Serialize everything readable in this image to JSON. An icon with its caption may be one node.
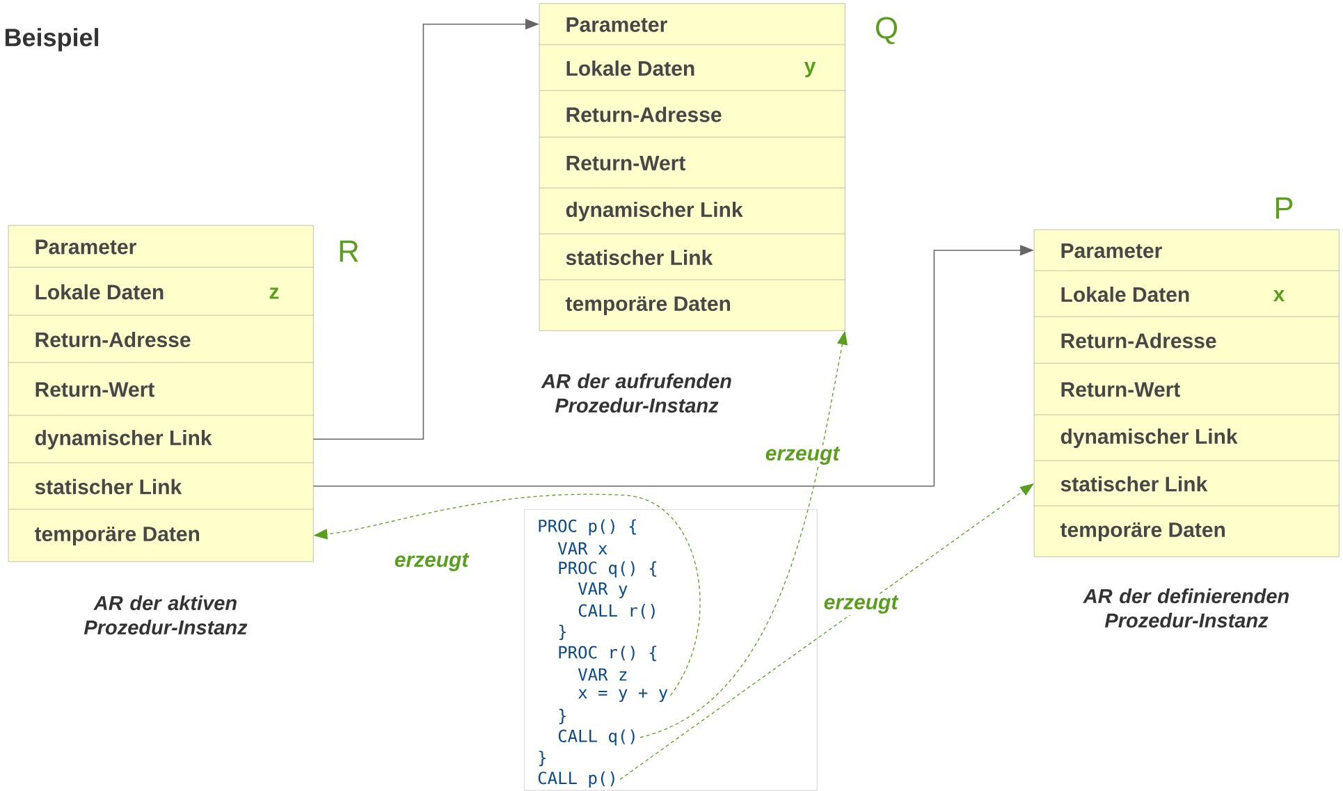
{
  "diagram": {
    "title": "Beispiel",
    "nodes": [
      {
        "text": [
          "R"
        ],
        "beside": [
          "AR der aktiven Prozedur-Instanz"
        ]
      },
      {
        "text": [
          "Parameter"
        ],
        "in": 0
      },
      {
        "text": [
          "Lokale Daten",
          "z"
        ],
        "in": 0
      },
      {
        "text": [
          "Return-Adresse"
        ],
        "in": 0
      },
      {
        "text": [
          "Return-Wert"
        ],
        "in": 0
      },
      {
        "text": [
          "dynamischer Link"
        ],
        "in": 0
      },
      {
        "text": [
          "statischer Link"
        ],
        "in": 0
      },
      {
        "text": [
          "temporäre Daten"
        ],
        "in": 0
      },
      {
        "text": [
          "Q"
        ],
        "beside": [
          "AR der aufrufenden Prozedur-Instanz"
        ]
      },
      {
        "text": [
          "Parameter"
        ],
        "in": 8
      },
      {
        "text": [
          "Lokale Daten",
          "y"
        ],
        "in": 8
      },
      {
        "text": [
          "Return-Adresse"
        ],
        "in": 8
      },
      {
        "text": [
          "Return-Wert"
        ],
        "in": 8
      },
      {
        "text": [
          "dynamischer Link"
        ],
        "in": 8
      },
      {
        "text": [
          "statischer Link"
        ],
        "in": 8
      },
      {
        "text": [
          "temporäre Daten"
        ],
        "in": 8
      },
      {
        "text": [
          "P"
        ],
        "beside": [
          "AR der definierenden Prozedur-Instanz"
        ]
      },
      {
        "text": [
          "Parameter"
        ],
        "in": 16
      },
      {
        "text": [
          "Lokale Daten",
          "x"
        ],
        "in": 16
      },
      {
        "text": [
          "Return-Adresse"
        ],
        "in": 16
      },
      {
        "text": [
          "Return-Wert"
        ],
        "in": 16
      },
      {
        "text": [
          "dynamischer Link"
        ],
        "in": 16
      },
      {
        "text": [
          "statischer Link"
        ],
        "in": 16
      },
      {
        "text": [
          "temporäre Daten"
        ],
        "in": 16
      },
      {
        "text": [],
        "shape": "box"
      },
      {
        "text": [
          "PROC p() {"
        ],
        "in": 24
      },
      {
        "text": [
          "VAR x"
        ],
        "in": 24
      },
      {
        "text": [
          "PROC q() {"
        ],
        "in": 24
      },
      {
        "text": [
          "VAR y"
        ],
        "in": 24
      },
      {
        "text": [
          "CALL r()"
        ],
        "in": 24
      },
      {
        "text": [
          "}"
        ],
        "in": 24
      },
      {
        "text": [
          "PROC r() {"
        ],
        "in": 24
      },
      {
        "text": [
          "VAR z"
        ],
        "in": 24
      },
      {
        "text": [
          "x = y + y"
        ],
        "in": 24
      },
      {
        "text": [
          "}"
        ],
        "in": 24
      },
      {
        "text": [
          "CALL q()"
        ],
        "in": 24
      },
      {
        "text": [
          "}"
        ],
        "in": 24
      },
      {
        "text": [
          "CALL p()"
        ],
        "in": 24
      }
    ],
    "edges": [
      {
        "from": 5,
        "to": 9,
        "arrow": "to"
      },
      {
        "from": 6,
        "to": 17,
        "arrow": "to"
      },
      {
        "from": 33,
        "to": 7,
        "arrow": "to",
        "label": "erzeugt",
        "style": "dashed",
        "color": "#5a9e1e"
      },
      {
        "from": 35,
        "to": 15,
        "arrow": "to",
        "label": "erzeugt",
        "style": "dashed",
        "color": "#5a9e1e"
      },
      {
        "from": 37,
        "to": 22,
        "arrow": "to",
        "label": "erzeugt",
        "style": "dashed",
        "color": "#5a9e1e"
      }
    ]
  }
}
